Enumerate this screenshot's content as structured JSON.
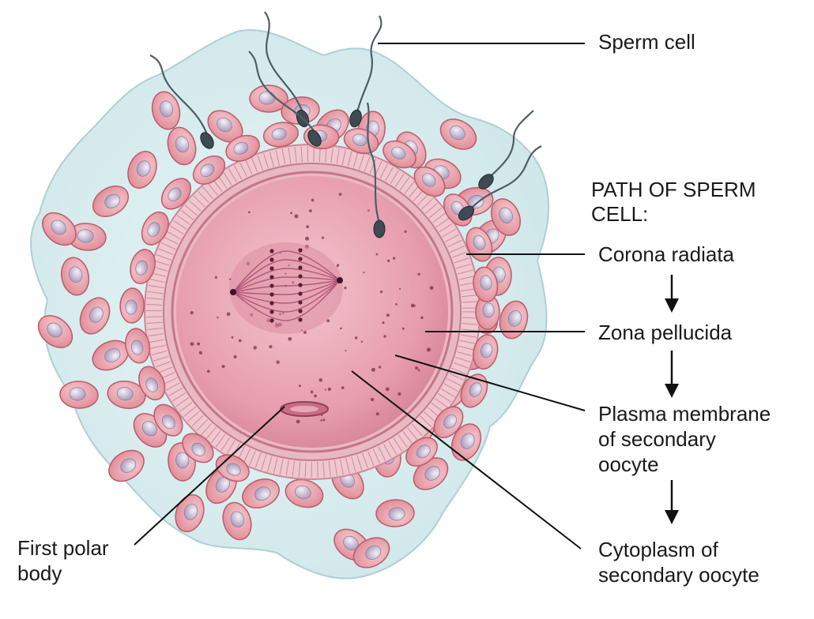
{
  "labels": {
    "sperm_cell": "Sperm cell",
    "path_heading": [
      "PATH OF SPERM",
      "CELL:"
    ],
    "corona_radiata": "Corona radiata",
    "zona_pellucida": "Zona pellucida",
    "plasma_membrane": [
      "Plasma membrane",
      "of secondary",
      "oocyte"
    ],
    "first_polar_body": [
      "First polar",
      "body"
    ],
    "cytoplasm": [
      "Cytoplasm of",
      "secondary oocyte"
    ]
  },
  "colors": {
    "jelly": "#d6ecee",
    "jelly_edge": "#aecfd6",
    "follicle_cell": "#e8a0a8",
    "follicle_edge": "#b85d6a",
    "nucleus": "#c9c0d6",
    "zona": "#e6b7c0",
    "cytoplasm": "#e79dad",
    "spindle": "#b4587a",
    "sperm": "#4d5e66",
    "line": "#111111"
  },
  "icons": {
    "flow_arrow": "arrow-down-icon"
  }
}
